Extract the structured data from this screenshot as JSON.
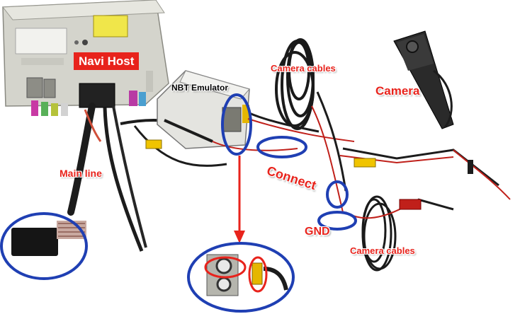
{
  "labels": {
    "navi_host": "Navi Host",
    "nbt_emulator": "NBT Emulator",
    "camera_cables_top": "Camera cables",
    "camera": "Camera",
    "main_line": "Main line",
    "connect": "Connect",
    "gnd": "GND",
    "camera_cables_bottom": "Camera cables"
  },
  "colors": {
    "label_red": "#e8231c",
    "highlight_blue": "#1f3fb3",
    "arrow_red": "#e8231c",
    "rca_yellow": "#f0c400",
    "wire_black": "#1c1c1c",
    "wire_red": "#c0201a",
    "host_unit": "#d9d9d2",
    "emulator_box": "#e6e6e2"
  },
  "icons": [
    "navi-host-unit",
    "nbt-emulator-box",
    "rear-camera",
    "camera-cable-coil",
    "main-line-connector",
    "rca-plug",
    "zoom-inset"
  ]
}
